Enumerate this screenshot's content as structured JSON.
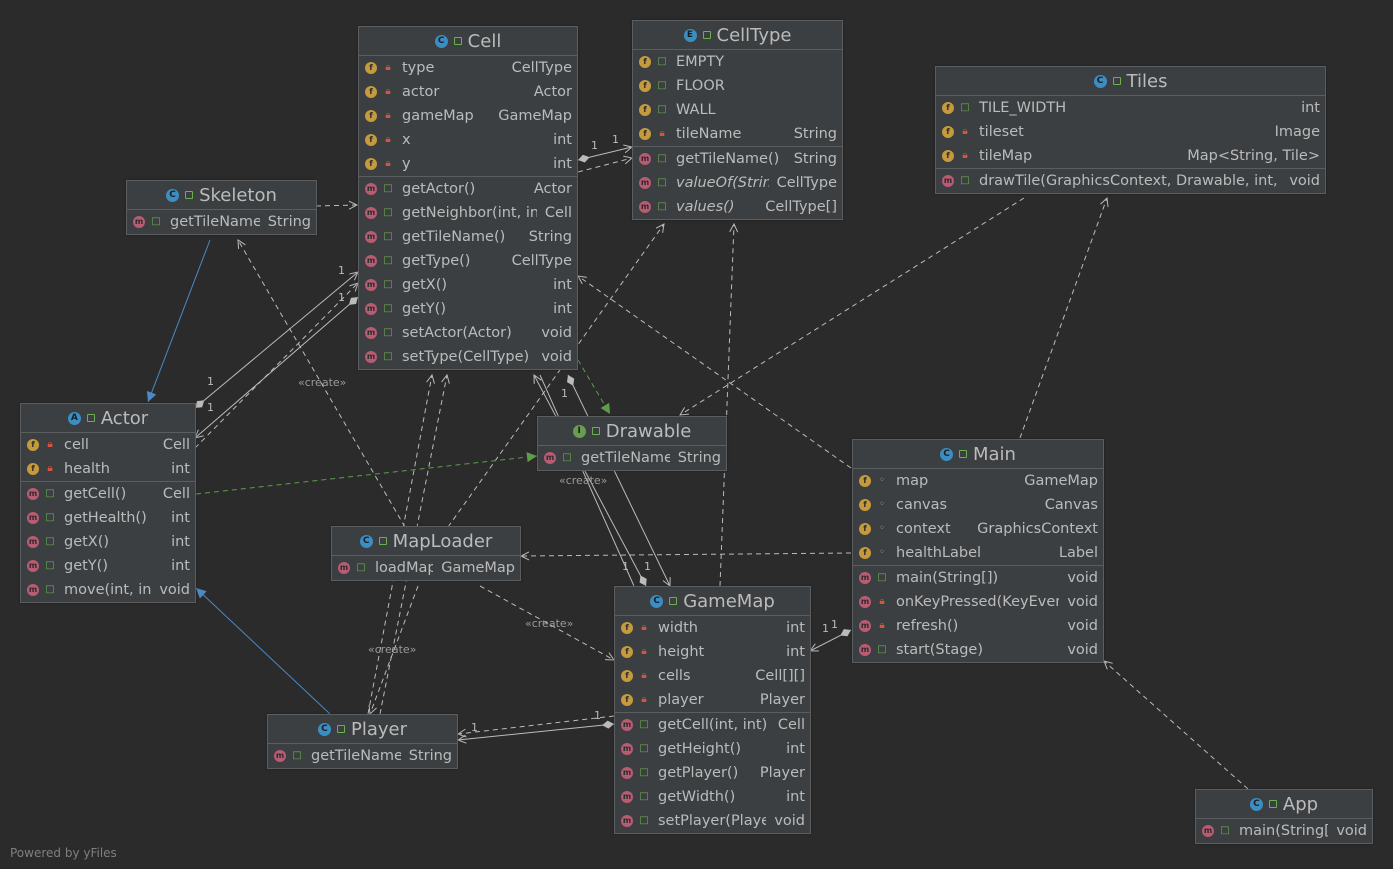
{
  "classes": {
    "cell": {
      "title": "Cell",
      "kind": "C",
      "fields": [
        {
          "name": "type",
          "type": "CellType"
        },
        {
          "name": "actor",
          "type": "Actor"
        },
        {
          "name": "gameMap",
          "type": "GameMap"
        },
        {
          "name": "x",
          "type": "int"
        },
        {
          "name": "y",
          "type": "int"
        }
      ],
      "methods": [
        {
          "name": "getActor()",
          "type": "Actor"
        },
        {
          "name": "getNeighbor(int, int)",
          "type": "Cell"
        },
        {
          "name": "getTileName()",
          "type": "String"
        },
        {
          "name": "getType()",
          "type": "CellType"
        },
        {
          "name": "getX()",
          "type": "int"
        },
        {
          "name": "getY()",
          "type": "int"
        },
        {
          "name": "setActor(Actor)",
          "type": "void"
        },
        {
          "name": "setType(CellType)",
          "type": "void"
        }
      ]
    },
    "celltype": {
      "title": "CellType",
      "kind": "E",
      "fields": [
        {
          "name": "EMPTY",
          "type": ""
        },
        {
          "name": "FLOOR",
          "type": ""
        },
        {
          "name": "WALL",
          "type": ""
        },
        {
          "name": "tileName",
          "type": "String"
        }
      ],
      "methods": [
        {
          "name": "getTileName()",
          "type": "String"
        },
        {
          "name": "valueOf(String)",
          "type": "CellType"
        },
        {
          "name": "values()",
          "type": "CellType[]"
        }
      ]
    },
    "tiles": {
      "title": "Tiles",
      "kind": "C",
      "fields": [
        {
          "name": "TILE_WIDTH",
          "type": "int"
        },
        {
          "name": "tileset",
          "type": "Image"
        },
        {
          "name": "tileMap",
          "type": "Map<String, Tile>"
        }
      ],
      "methods": [
        {
          "name": "drawTile(GraphicsContext, Drawable, int, int)",
          "type": "void"
        }
      ]
    },
    "skeleton": {
      "title": "Skeleton",
      "kind": "C",
      "fields": [],
      "methods": [
        {
          "name": "getTileName()",
          "type": "String"
        }
      ]
    },
    "actor": {
      "title": "Actor",
      "kind": "A",
      "fields": [
        {
          "name": "cell",
          "type": "Cell"
        },
        {
          "name": "health",
          "type": "int"
        }
      ],
      "methods": [
        {
          "name": "getCell()",
          "type": "Cell"
        },
        {
          "name": "getHealth()",
          "type": "int"
        },
        {
          "name": "getX()",
          "type": "int"
        },
        {
          "name": "getY()",
          "type": "int"
        },
        {
          "name": "move(int, int)",
          "type": "void"
        }
      ]
    },
    "drawable": {
      "title": "Drawable",
      "kind": "I",
      "fields": [],
      "methods": [
        {
          "name": "getTileName()",
          "type": "String"
        }
      ]
    },
    "main": {
      "title": "Main",
      "kind": "C",
      "fields": [
        {
          "name": "map",
          "type": "GameMap"
        },
        {
          "name": "canvas",
          "type": "Canvas"
        },
        {
          "name": "context",
          "type": "GraphicsContext"
        },
        {
          "name": "healthLabel",
          "type": "Label"
        }
      ],
      "methods": [
        {
          "name": "main(String[])",
          "type": "void"
        },
        {
          "name": "onKeyPressed(KeyEvent)",
          "type": "void"
        },
        {
          "name": "refresh()",
          "type": "void"
        },
        {
          "name": "start(Stage)",
          "type": "void"
        }
      ]
    },
    "maploader": {
      "title": "MapLoader",
      "kind": "C",
      "fields": [],
      "methods": [
        {
          "name": "loadMap()",
          "type": "GameMap"
        }
      ]
    },
    "gamemap": {
      "title": "GameMap",
      "kind": "C",
      "fields": [
        {
          "name": "width",
          "type": "int"
        },
        {
          "name": "height",
          "type": "int"
        },
        {
          "name": "cells",
          "type": "Cell[][]"
        },
        {
          "name": "player",
          "type": "Player"
        }
      ],
      "methods": [
        {
          "name": "getCell(int, int)",
          "type": "Cell"
        },
        {
          "name": "getHeight()",
          "type": "int"
        },
        {
          "name": "getPlayer()",
          "type": "Player"
        },
        {
          "name": "getWidth()",
          "type": "int"
        },
        {
          "name": "setPlayer(Player)",
          "type": "void"
        }
      ]
    },
    "player": {
      "title": "Player",
      "kind": "C",
      "fields": [],
      "methods": [
        {
          "name": "getTileName()",
          "type": "String"
        }
      ]
    },
    "app": {
      "title": "App",
      "kind": "C",
      "fields": [],
      "methods": [
        {
          "name": "main(String[])",
          "type": "void"
        }
      ]
    }
  },
  "edge_labels": {
    "create": "«create»",
    "one": "1"
  },
  "footer": "Powered by yFiles",
  "colors": {
    "background": "#2b2b2b",
    "node": "#3c3f41",
    "dependency": "#bbbbbb",
    "inheritance": "#4a88c7",
    "realization": "#5c9e4a"
  }
}
